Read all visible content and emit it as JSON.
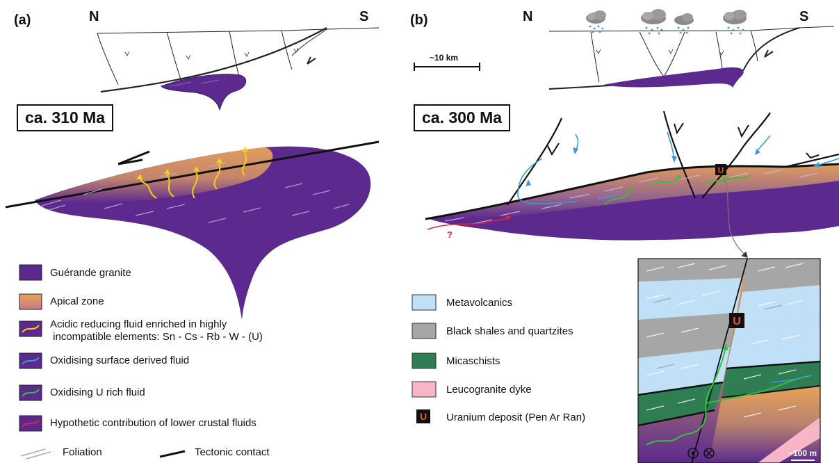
{
  "panel_a": {
    "label": "(a)",
    "north": "N",
    "south": "S",
    "age": "ca. 310 Ma"
  },
  "panel_b": {
    "label": "(b)",
    "north": "N",
    "south": "S",
    "age": "ca. 300 Ma",
    "scale_bar": "~10 km",
    "inset_scale": "~100 m",
    "unknown_marker": "?",
    "deposit_marker": "U"
  },
  "legend_a": [
    {
      "label": "Guérande granite",
      "swatch": "granite"
    },
    {
      "label": "Apical zone",
      "swatch": "apical"
    },
    {
      "label": "Acidic reducing fluid enriched in highly\n incompatible elements: Sn - Cs - Rb - W - (U)",
      "swatch": "yellow-arrow"
    },
    {
      "label": "Oxidising surface derived fluid",
      "swatch": "blue-arrow"
    },
    {
      "label": "Oxidising U rich fluid",
      "swatch": "green-arrow"
    },
    {
      "label": "Hypothetic contribution of lower crustal fluids",
      "swatch": "red-arrow"
    },
    {
      "label": "Foliation",
      "swatch": "foliation"
    },
    {
      "label": "Tectonic contact",
      "swatch": "tectonic"
    }
  ],
  "legend_b": [
    {
      "label": "Metavolcanics",
      "color": "#bfe0f7"
    },
    {
      "label": "Black shales and quartzites",
      "color": "#a6a6a6"
    },
    {
      "label": "Micaschists",
      "color": "#2f7d52"
    },
    {
      "label": "Leucogranite dyke",
      "color": "#f7b6c8"
    },
    {
      "label": "Uranium deposit (Pen Ar Ran)",
      "color": "#111111",
      "marker": "U"
    }
  ],
  "colors": {
    "granite": "#5c2a8e",
    "apical": "#e8a25a",
    "yellow_fluid": "#f5d11c",
    "blue_fluid": "#3a9bd6",
    "green_fluid": "#35c23a",
    "red_fluid": "#e0243b",
    "uranium_marker": "#e8542a"
  }
}
